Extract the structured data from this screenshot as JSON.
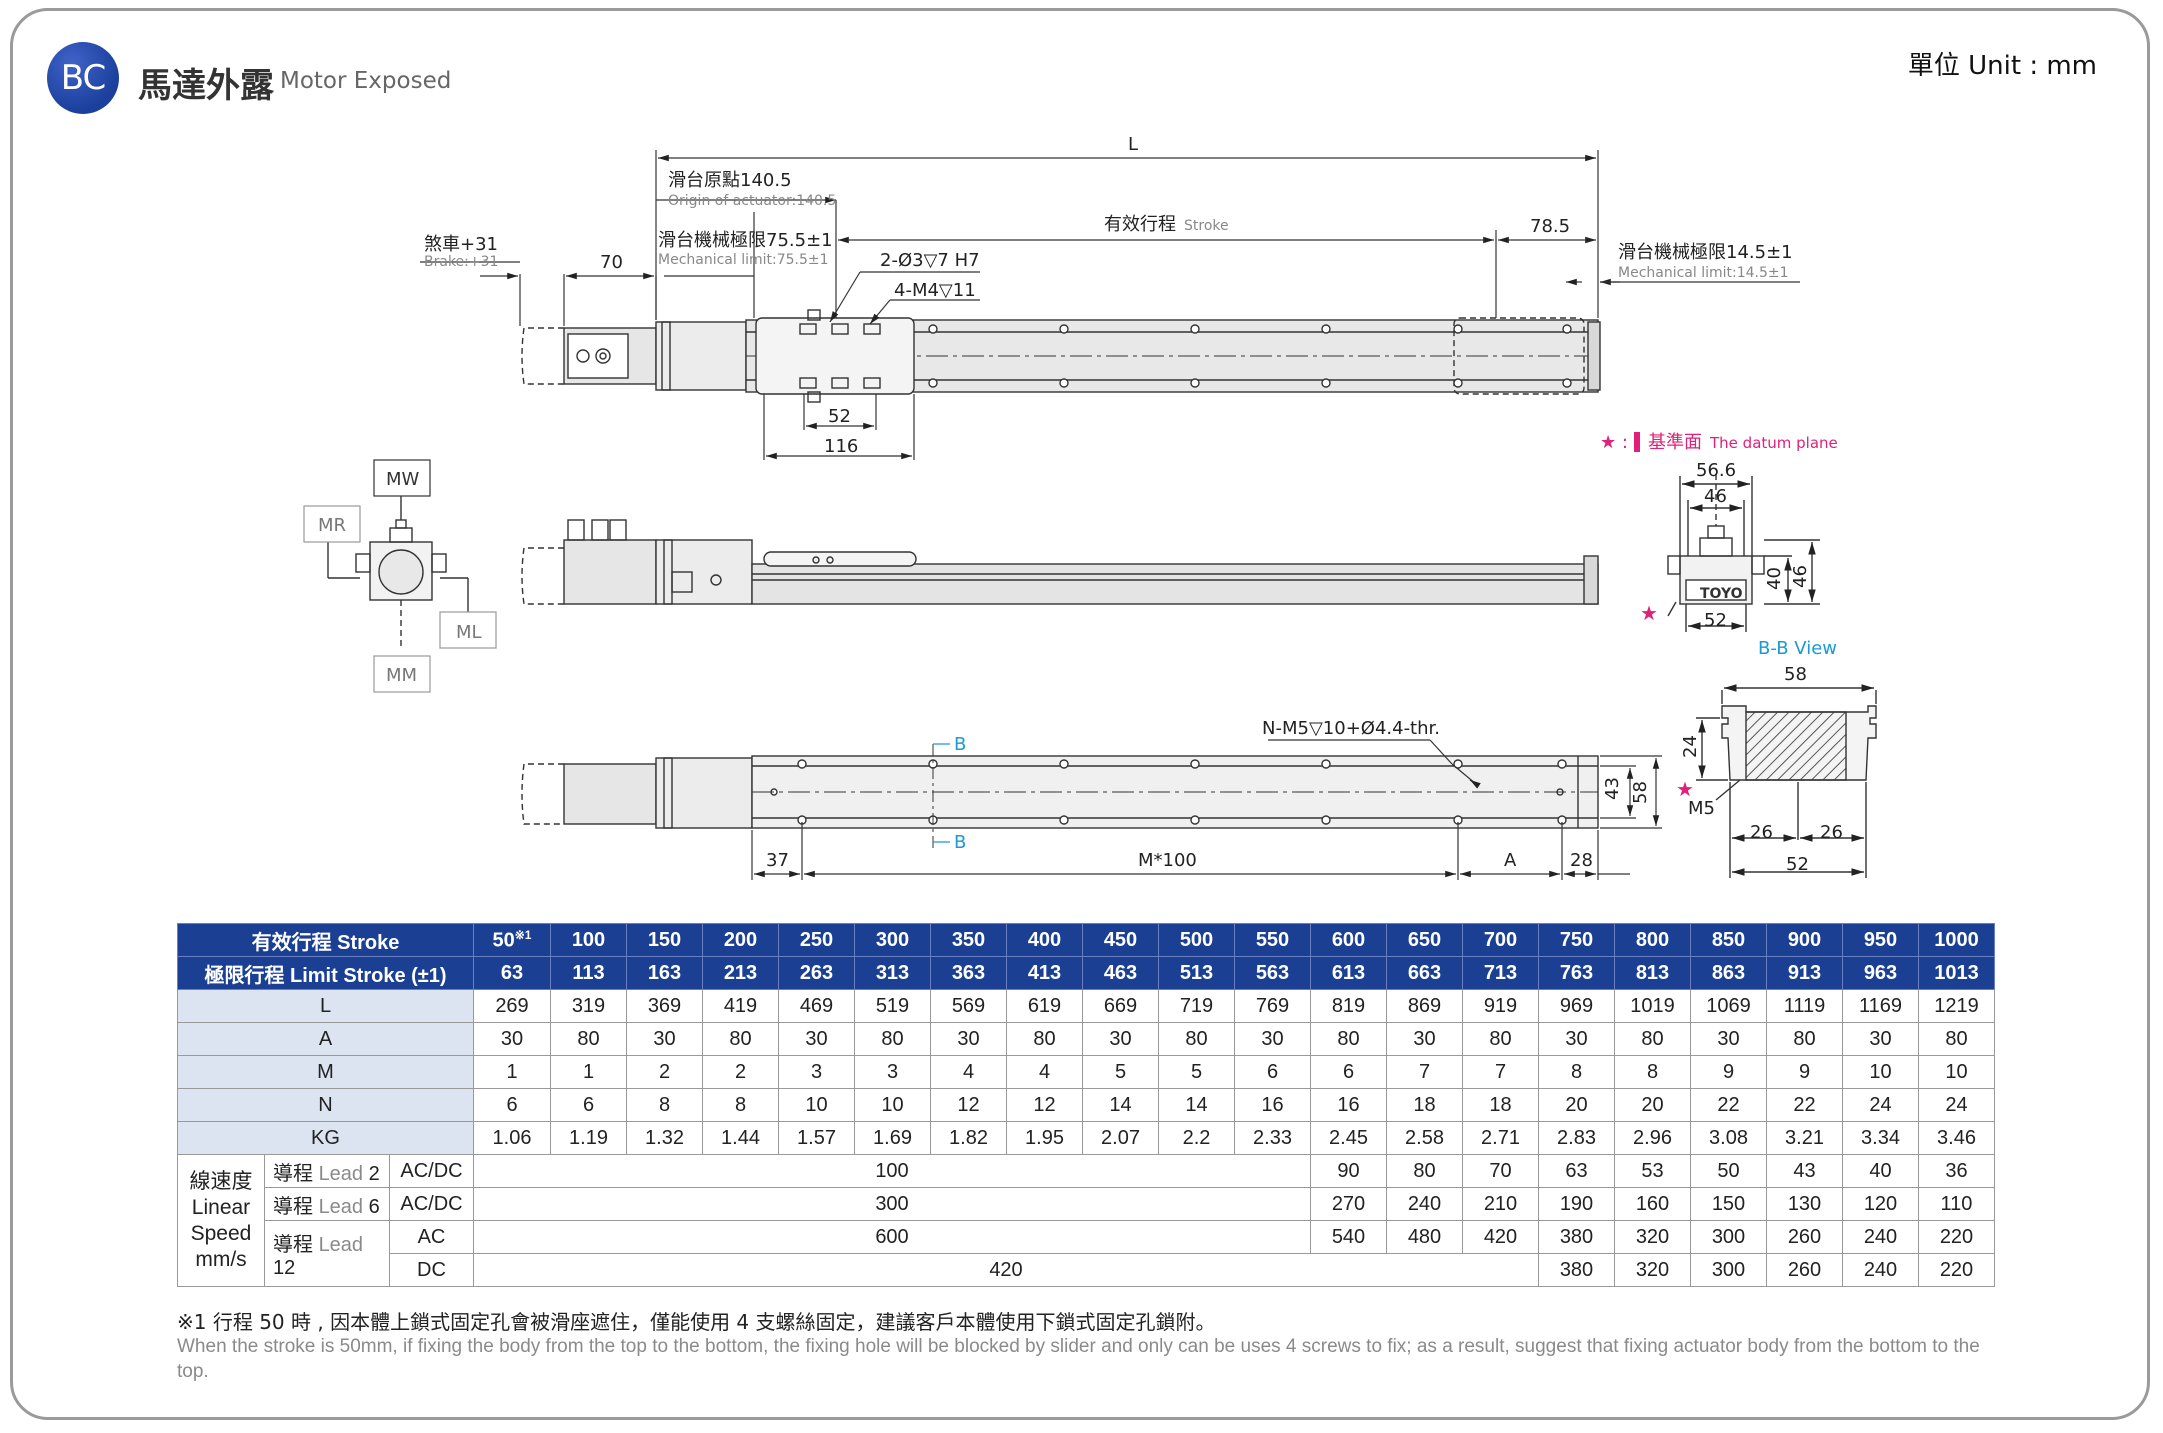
{
  "header": {
    "badge": "BC",
    "title_zh": "馬達外露",
    "title_en": "Motor Exposed",
    "unit": "單位 Unit : mm"
  },
  "drawing": {
    "dim_L": "L",
    "origin_zh": "滑台原點140.5",
    "origin_en": "Origin of actuator:140.5",
    "mech_left_zh": "滑台機械極限75.5±1",
    "mech_left_en": "Mechanical limit:75.5±1",
    "stroke_zh": "有效行程",
    "stroke_en": "Stroke",
    "dim_785": "78.5",
    "mech_right_zh": "滑台機械極限14.5±1",
    "mech_right_en": "Mechanical limit:14.5±1",
    "brake_zh": "煞車+31",
    "brake_en": "Brake:+31",
    "dim_70": "70",
    "hole1": "2-Ø3▽7 H7",
    "hole2": "4-M4▽11",
    "dim_52": "52",
    "dim_116": "116",
    "datum_star": "★ :",
    "datum_zh": "基準面",
    "datum_en": "The datum plane",
    "dim_566": "56.6",
    "dim_46a": "46",
    "dim_40": "40",
    "dim_46b": "46",
    "dim_52b": "52",
    "mw": "MW",
    "mr": "MR",
    "ml": "ML",
    "mm": "MM",
    "logo": "TOYO",
    "bb_view": "B-B View",
    "dim_58": "58",
    "dim_24": "24",
    "m5": "M5",
    "dim_26a": "26",
    "dim_26b": "26",
    "dim_52c": "52",
    "n_hole": "N-M5▽10+Ø4.4-thr.",
    "b_top": "B",
    "b_bot": "B",
    "dim_43": "43",
    "dim_58b": "58",
    "dim_37": "37",
    "dim_m100": "M*100",
    "dim_a": "A",
    "dim_28": "28",
    "star": "★"
  },
  "table": {
    "stroke_label": "有效行程 Stroke",
    "limit_label": "極限行程 Limit Stroke (±1)",
    "first_stroke": "50",
    "first_stroke_mark": "※1",
    "strokes": [
      "100",
      "150",
      "200",
      "250",
      "300",
      "350",
      "400",
      "450",
      "500",
      "550",
      "600",
      "650",
      "700",
      "750",
      "800",
      "850",
      "900",
      "950",
      "1000"
    ],
    "limits": [
      "63",
      "113",
      "163",
      "213",
      "263",
      "313",
      "363",
      "413",
      "463",
      "513",
      "563",
      "613",
      "663",
      "713",
      "763",
      "813",
      "863",
      "913",
      "963",
      "1013"
    ],
    "rows": [
      {
        "label": "L",
        "values": [
          "269",
          "319",
          "369",
          "419",
          "469",
          "519",
          "569",
          "619",
          "669",
          "719",
          "769",
          "819",
          "869",
          "919",
          "969",
          "1019",
          "1069",
          "1119",
          "1169",
          "1219"
        ]
      },
      {
        "label": "A",
        "values": [
          "30",
          "80",
          "30",
          "80",
          "30",
          "80",
          "30",
          "80",
          "30",
          "80",
          "30",
          "80",
          "30",
          "80",
          "30",
          "80",
          "30",
          "80",
          "30",
          "80"
        ]
      },
      {
        "label": "M",
        "values": [
          "1",
          "1",
          "2",
          "2",
          "3",
          "3",
          "4",
          "4",
          "5",
          "5",
          "6",
          "6",
          "7",
          "7",
          "8",
          "8",
          "9",
          "9",
          "10",
          "10"
        ]
      },
      {
        "label": "N",
        "values": [
          "6",
          "6",
          "8",
          "8",
          "10",
          "10",
          "12",
          "12",
          "14",
          "14",
          "16",
          "16",
          "18",
          "18",
          "20",
          "20",
          "22",
          "22",
          "24",
          "24"
        ]
      },
      {
        "label": "KG",
        "values": [
          "1.06",
          "1.19",
          "1.32",
          "1.44",
          "1.57",
          "1.69",
          "1.82",
          "1.95",
          "2.07",
          "2.2",
          "2.33",
          "2.45",
          "2.58",
          "2.71",
          "2.83",
          "2.96",
          "3.08",
          "3.21",
          "3.34",
          "3.46"
        ]
      }
    ],
    "speed_label": [
      "線速度",
      "Linear",
      "Speed",
      "mm/s"
    ],
    "lead_zh": "導程",
    "lead_en": "Lead",
    "lead2": "2",
    "lead6": "6",
    "lead12": "12",
    "acdc": "AC/DC",
    "ac": "AC",
    "dc": "DC",
    "lead2_span": "100",
    "lead2_values": [
      "90",
      "80",
      "70",
      "63",
      "53",
      "50",
      "43",
      "40",
      "36"
    ],
    "lead6_span": "300",
    "lead6_values": [
      "270",
      "240",
      "210",
      "190",
      "160",
      "150",
      "130",
      "120",
      "110"
    ],
    "lead12ac_span": "600",
    "lead12ac_values": [
      "540",
      "480",
      "420",
      "380",
      "320",
      "300",
      "260",
      "240",
      "220"
    ],
    "lead12dc_span": "420",
    "lead12dc_values": [
      "380",
      "320",
      "300",
      "260",
      "240",
      "220"
    ]
  },
  "notes": {
    "zh": "※1 行程 50 時 , 因本體上鎖式固定孔會被滑座遮住，僅能使用 4 支螺絲固定，建議客戶本體使用下鎖式固定孔鎖附。",
    "en": "When the stroke is 50mm, if fixing the body from the top to the bottom, the fixing hole will be blocked by slider and only can be uses 4 screws to fix; as a result, suggest that fixing actuator body from the bottom to the top."
  },
  "colors": {
    "header_bg": "#1a3f93",
    "row_label_bg": "#dce4f2",
    "datum": "#e0207a",
    "bview": "#1a9ad6"
  }
}
